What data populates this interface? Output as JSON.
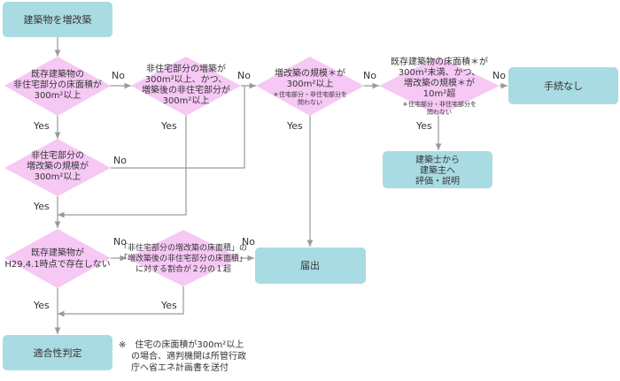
{
  "nodes": {
    "start": "建築物を増改築",
    "q1": [
      "既存建築物の",
      "非住宅部分の床面積が",
      "300m²以上"
    ],
    "q2": [
      "非住宅部分の増築が",
      "300m²以上、かつ、",
      "増築後の非住宅部分が",
      "300m²以上"
    ],
    "q3": [
      "増改築の規模＊が",
      "300m²以上"
    ],
    "q3_note": [
      "＊住宅部分・非住宅部分を",
      "問わない"
    ],
    "q4": [
      "既存建築物の床面積＊が",
      "300m²未満、かつ、",
      "増改築の規模＊が",
      "10m²超"
    ],
    "q4_note": [
      "＊住宅部分・非住宅部分を",
      "問わない"
    ],
    "no_procedure": "手続なし",
    "explain": [
      "建築士から",
      "建築主へ",
      "評価・説明"
    ],
    "q5": [
      "非住宅部分の",
      "増改築の規模が",
      "300m²以上"
    ],
    "q6": [
      "既存建築物が",
      "H29.4.1時点で存在しない"
    ],
    "q7": [
      "「非住宅部分の増改築の床面積」の",
      "「増改築後の非住宅部分の床面積」",
      "に対する割合が２分の１超"
    ],
    "notify": "届出",
    "conformity": "適合性判定",
    "footnote": [
      "※　住宅の床面積が300m²以上",
      "の場合、適判機関は所管行政",
      "庁へ省エネ計画書を送付"
    ]
  },
  "labels": {
    "yes": "Yes",
    "no": "No"
  },
  "colors": {
    "box": "#a9dbe2",
    "diamond": "#f6c8f4",
    "line": "#9a9a9a"
  }
}
